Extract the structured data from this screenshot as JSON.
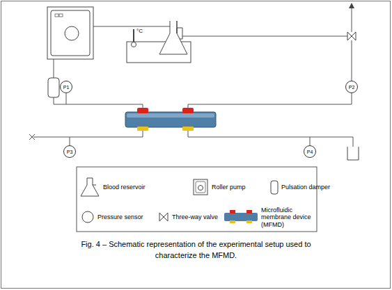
{
  "diagram": {
    "caption": "Fig. 4 – Schematic representation of the experimental setup used to characterize the MFMD.",
    "nodes": [
      {
        "text": [
          "P1"
        ]
      },
      {
        "text": [
          "P2"
        ]
      },
      {
        "text": [
          "P3"
        ]
      },
      {
        "text": [
          "P4"
        ]
      }
    ],
    "labels": [
      "°C"
    ],
    "legend": [
      {
        "text": "Blood reservoir"
      },
      {
        "text": "Roller pump"
      },
      {
        "text": "Pulsation damper"
      },
      {
        "text": "Pressure sensor"
      },
      {
        "text": "Three-way valve"
      },
      {
        "text": "Microfluidic membrane device (MFMD)"
      }
    ]
  }
}
